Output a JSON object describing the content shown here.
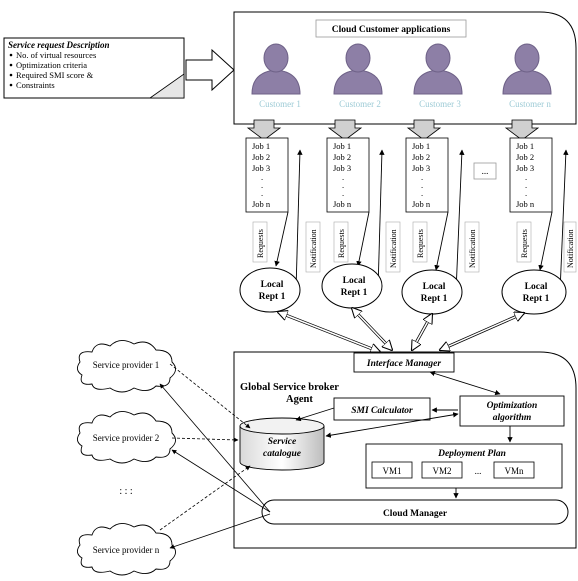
{
  "request_box": {
    "title": "Service request Description",
    "items": [
      "No. of virtual resources",
      "Optimization criteria",
      "Required SMI score &",
      "Constraints"
    ]
  },
  "cloud_apps": {
    "title": "Cloud Customer applications",
    "customers": [
      "Customer 1",
      "Customer 2",
      "Customer 3",
      "Customer n"
    ]
  },
  "jobs": {
    "lists": [
      [
        "Job 1",
        "Job 2",
        "Job 3",
        ".",
        ".",
        ".",
        "Job n"
      ],
      [
        "Job 1",
        "Job 2",
        "Job 3",
        ".",
        ".",
        ".",
        "Job n"
      ],
      [
        "Job 1",
        "Job 2",
        "Job 3",
        ".",
        ".",
        ".",
        "Job n"
      ],
      [
        "Job 1",
        "Job 2",
        "Job 3",
        ".",
        ".",
        ".",
        "Job n"
      ]
    ],
    "gap": "..."
  },
  "labels": {
    "requests": "Requests",
    "notification": "Notification"
  },
  "repositories": [
    "Local Rept 1",
    "Local Rept 1",
    "Local Rept 1",
    "Local Rept 1"
  ],
  "broker": {
    "interface_manager": "Interface Manager",
    "title_line1": "Global Service broker",
    "title_line2": "Agent",
    "smi_calculator": "SMI Calculator",
    "optimization_line1": "Optimization",
    "optimization_line2": "algorithm",
    "catalogue_line1": "Service",
    "catalogue_line2": "catalogue",
    "deployment_plan": "Deployment Plan",
    "vms": [
      "VM1",
      "VM2",
      "...",
      "VMn"
    ],
    "cloud_manager": "Cloud Manager"
  },
  "providers": {
    "items": [
      "Service provider 1",
      "Service provider 2",
      "Service provider n"
    ],
    "ellipsis": ": : :"
  },
  "colors": {
    "customer_body": "#8d7fa6",
    "customer_text": "#9ecbd6",
    "line": "#000000"
  }
}
